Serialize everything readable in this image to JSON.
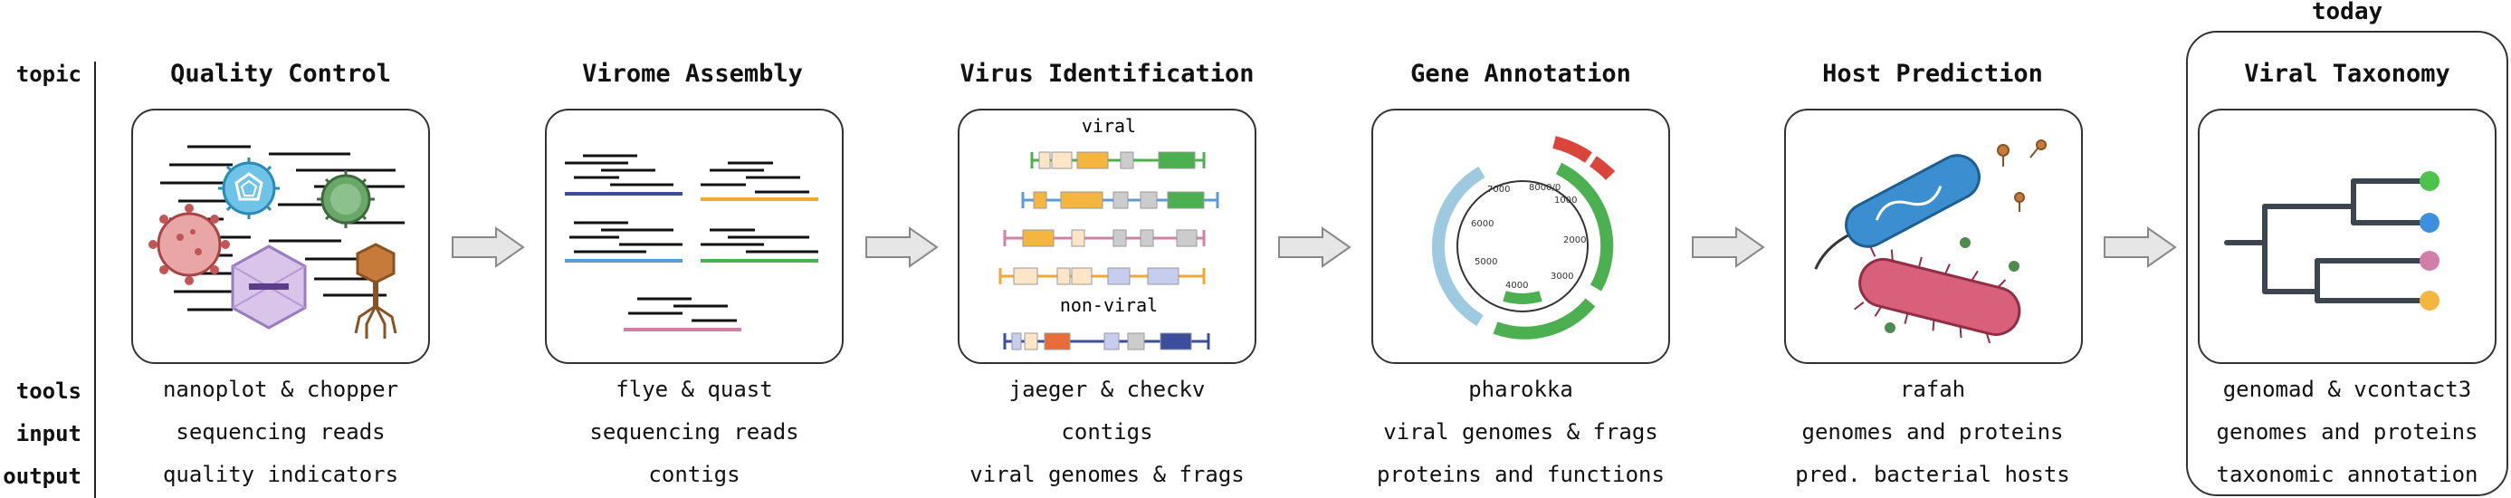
{
  "row_labels": {
    "topic": "topic",
    "tools": "tools",
    "input": "input",
    "output": "output"
  },
  "today_label": "today",
  "stages": [
    {
      "title": "Quality Control",
      "tools": "nanoplot & chopper",
      "input": "sequencing reads",
      "output": "quality indicators"
    },
    {
      "title": "Virome Assembly",
      "tools": "flye & quast",
      "input": "sequencing reads",
      "output": "contigs"
    },
    {
      "title": "Virus Identification",
      "tools": "jaeger & checkv",
      "input": "contigs",
      "output": "viral genomes & frags"
    },
    {
      "title": "Gene Annotation",
      "tools": "pharokka",
      "input": "viral genomes & frags",
      "output": "proteins and functions"
    },
    {
      "title": "Host Prediction",
      "tools": "rafah",
      "input": "genomes and proteins",
      "output": "pred. bacterial hosts"
    },
    {
      "title": "Viral Taxonomy",
      "tools": "genomad & vcontact3",
      "input": "genomes and proteins",
      "output": "taxonomic annotation"
    }
  ],
  "identification_labels": {
    "viral": "viral",
    "non_viral": "non-viral"
  },
  "plasmid_ticks": [
    "8000/0",
    "1000",
    "2000",
    "3000",
    "4000",
    "5000",
    "6000",
    "7000"
  ],
  "colors": {
    "green": "#4caf50",
    "blue": "#5b9bd5",
    "pink": "#d17fa8",
    "yellow": "#f4b63f",
    "orange": "#f0a830",
    "navy": "#3b4d9b",
    "red": "#d9453b",
    "lightblue": "#9ecae1"
  }
}
